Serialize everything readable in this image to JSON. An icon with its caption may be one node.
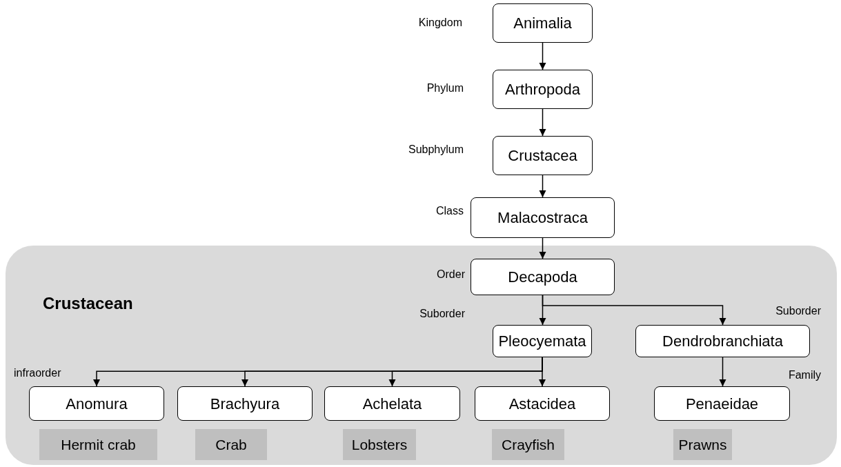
{
  "diagram": {
    "nodes": [
      {
        "text": [
          "Crustacean"
        ]
      },
      {
        "text": [
          "Animalia"
        ],
        "beside": [
          "Kingdom"
        ]
      },
      {
        "text": [
          "Arthropoda"
        ],
        "beside": [
          "Phylum"
        ]
      },
      {
        "text": [
          "Crustacea"
        ],
        "beside": [
          "Subphylum"
        ]
      },
      {
        "text": [
          "Malacostraca"
        ],
        "beside": [
          "Class"
        ]
      },
      {
        "text": [
          "Decapoda"
        ],
        "beside": [
          "Order"
        ],
        "in": 0
      },
      {
        "text": [
          "Pleocyemata"
        ],
        "in": 0
      },
      {
        "text": [
          "Dendrobranchiata"
        ],
        "beside": [
          "Suborder"
        ],
        "in": 0
      },
      {
        "text": [
          "Anomura"
        ],
        "beside": [
          "infraorder"
        ],
        "in": 0
      },
      {
        "text": [
          "Brachyura"
        ],
        "in": 0
      },
      {
        "text": [
          "Achelata"
        ],
        "in": 0
      },
      {
        "text": [
          "Astacidea"
        ],
        "in": 0
      },
      {
        "text": [
          "Penaeidae"
        ],
        "beside": [
          "Family"
        ],
        "in": 0
      },
      {
        "text": [
          "Hermit crab"
        ],
        "in": 0
      },
      {
        "text": [
          "Crab"
        ],
        "in": 0
      },
      {
        "text": [
          "Lobsters"
        ],
        "in": 0
      },
      {
        "text": [
          "Crayfish"
        ],
        "in": 0
      },
      {
        "text": [
          "Prawns"
        ],
        "in": 0
      }
    ],
    "edges": [
      {
        "from": 1,
        "to": 2,
        "arrow": "to"
      },
      {
        "from": 2,
        "to": 3,
        "arrow": "to"
      },
      {
        "from": 3,
        "to": 4,
        "arrow": "to"
      },
      {
        "from": 4,
        "to": 5,
        "arrow": "to"
      },
      {
        "from": 5,
        "to": 6,
        "arrow": "to"
      },
      {
        "from": 5,
        "to": 7,
        "arrow": "to"
      },
      {
        "from": 6,
        "to": 8,
        "arrow": "to"
      },
      {
        "from": 6,
        "to": 9,
        "arrow": "to"
      },
      {
        "from": 6,
        "to": 10,
        "arrow": "to"
      },
      {
        "from": 6,
        "to": 11,
        "arrow": "to"
      },
      {
        "from": 7,
        "to": 12,
        "arrow": "to"
      }
    ],
    "labels": [
      "Suborder"
    ]
  }
}
